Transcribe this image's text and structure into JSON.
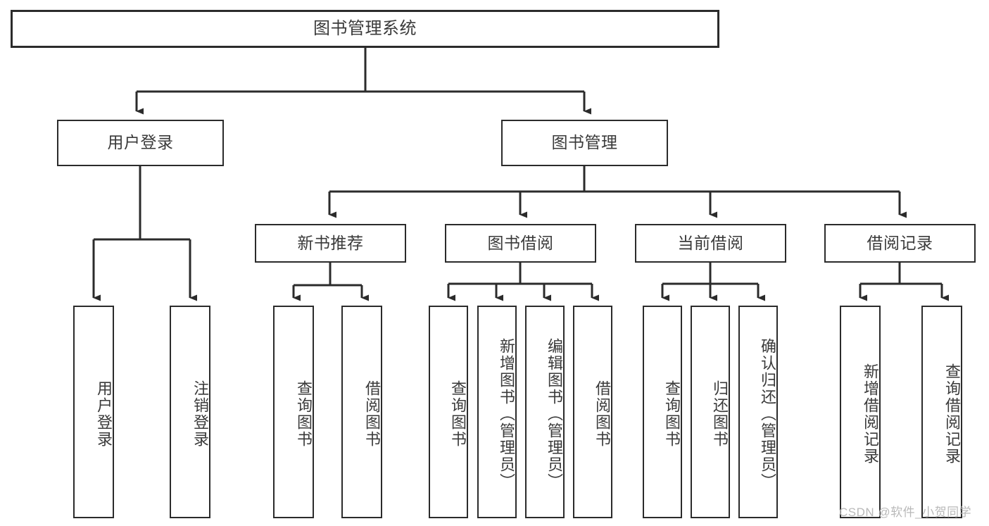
{
  "diagram": {
    "title": "图书管理系统",
    "type": "tree-hierarchy",
    "colors": {
      "box_border": "#2b2b2b",
      "box_fill": "#ffffff",
      "text": "#3a3a3a",
      "connector": "#2b2b2b",
      "watermark": "#b9b9b9",
      "background": "#ffffff"
    }
  },
  "nodes": {
    "root": {
      "label": "图书管理系统"
    },
    "level2": [
      {
        "label": "用户登录"
      },
      {
        "label": "图书管理"
      }
    ],
    "level3": [
      {
        "label": "新书推荐"
      },
      {
        "label": "图书借阅"
      },
      {
        "label": "当前借阅"
      },
      {
        "label": "借阅记录"
      }
    ],
    "leaves": {
      "user_login": [
        {
          "label": "用户登录"
        },
        {
          "label": "注销登录"
        }
      ],
      "new_book_recommend": [
        {
          "label": "查询图书"
        },
        {
          "label": "借阅图书"
        }
      ],
      "book_borrow": [
        {
          "label": "查询图书"
        },
        {
          "label": "新增图书（管理员）"
        },
        {
          "label": "编辑图书（管理员）"
        },
        {
          "label": "借阅图书"
        }
      ],
      "current_borrow": [
        {
          "label": "查询图书"
        },
        {
          "label": "归还图书"
        },
        {
          "label": "确认归还（管理员）"
        }
      ],
      "borrow_record": [
        {
          "label": "新增借阅记录"
        },
        {
          "label": "查询借阅记录"
        }
      ]
    }
  },
  "watermark": {
    "text": "CSDN @软件_小贺同学"
  }
}
